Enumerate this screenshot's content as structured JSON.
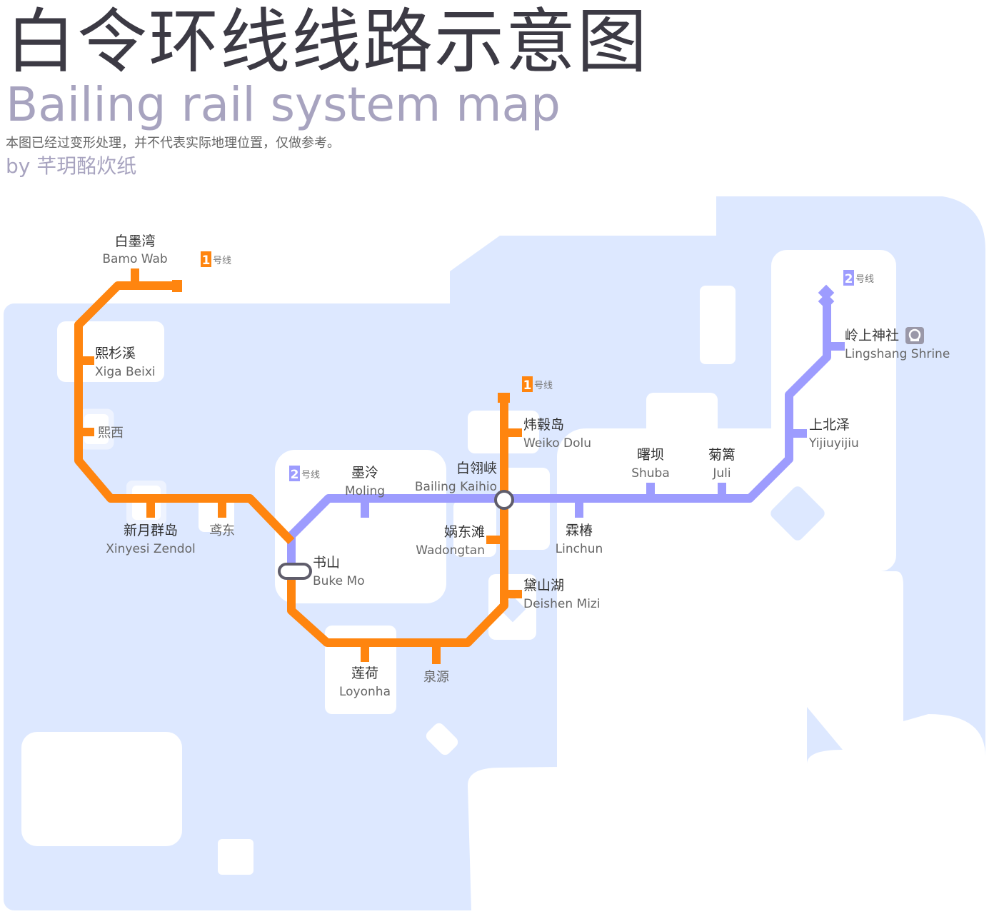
{
  "header": {
    "title_zh": "白令环线线路示意图",
    "title_en": "Bailing rail system map",
    "note": "本图已经过变形处理，并不代表实际地理位置，仅做参考。",
    "author": "by 芊玥酩炊纸"
  },
  "colors": {
    "line1": "#ff850f",
    "line2": "#9d9cfe",
    "water": "#dde8ff",
    "land": "#ffffff",
    "interchange_stroke": "#5f5d6b"
  },
  "line_badges": [
    {
      "num": "1",
      "suffix": "号线"
    },
    {
      "num": "1",
      "suffix": "号线"
    },
    {
      "num": "2",
      "suffix": "号线"
    },
    {
      "num": "2",
      "suffix": "号线"
    }
  ],
  "stations": {
    "bamo_wab": {
      "zh": "白墨湾",
      "en": "Bamo Wab"
    },
    "xiga_beixi": {
      "zh": "熙杉溪",
      "en": "Xiga Beixi"
    },
    "xixi": {
      "zh": "熙西"
    },
    "xinyesi": {
      "zh": "新月群岛",
      "en": "Xinyesi Zendol"
    },
    "yuandong": {
      "zh": "鸢东"
    },
    "buke_mo": {
      "zh": "书山",
      "en": "Buke Mo"
    },
    "moling": {
      "zh": "墨泠",
      "en": "Moling"
    },
    "bailing_kaihio": {
      "zh": "白翎峡",
      "en": "Bailing Kaihio"
    },
    "wadongtan": {
      "zh": "娲东滩",
      "en": "Wadongtan"
    },
    "weiko_dolu": {
      "zh": "炜毂岛",
      "en": "Weiko Dolu"
    },
    "deishen_mizi": {
      "zh": "黛山湖",
      "en": "Deishen Mizi"
    },
    "loyonha": {
      "zh": "莲荷",
      "en": "Loyonha"
    },
    "quanyuan": {
      "zh": "泉源"
    },
    "linchun": {
      "zh": "霖椿",
      "en": "Linchun"
    },
    "shuba": {
      "zh": "曙坝",
      "en": "Shuba"
    },
    "juli": {
      "zh": "菊篱",
      "en": "Juli"
    },
    "yijiuyijiu": {
      "zh": "上北泽",
      "en": "Yijiuyijiu"
    },
    "lingshang": {
      "zh": "岭上神社",
      "en": "Lingshang Shrine"
    }
  },
  "icons": {
    "shrine": "shrine-icon",
    "interchange": "interchange-icon"
  }
}
